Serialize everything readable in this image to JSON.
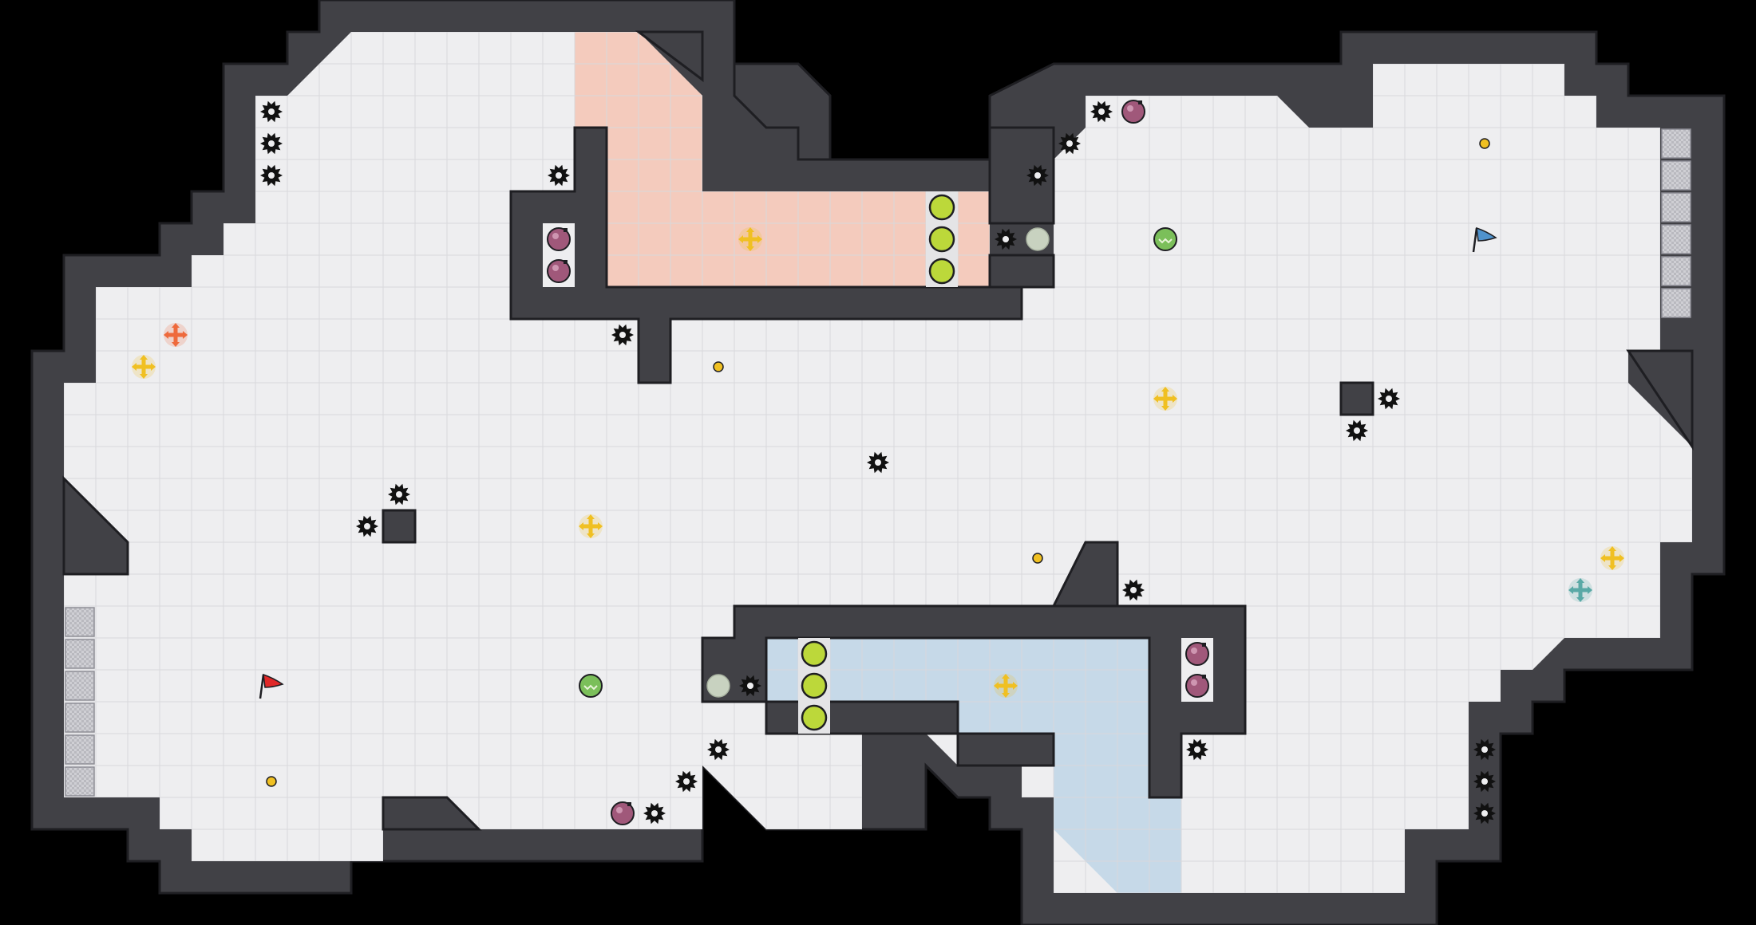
{
  "game": {
    "grid_cols": 55,
    "grid_rows": 29,
    "colors": {
      "void": "#000000",
      "wall": "#414146",
      "wall_edge": "#1e1e22",
      "floor": "#eeeef0",
      "grid_line": "#d8d8dc",
      "red_zone": "#f4cbbd",
      "blue_zone": "#c6d9e8",
      "button_green": "#bcd83a",
      "pickup_yellow": "#f0c022",
      "bomb": "#a0587a",
      "spike": "#111111",
      "flag_red": "#e02828",
      "flag_blue": "#4f92cc",
      "gate": "#c8d2c0",
      "speed": "#b9b9bf"
    },
    "flags": [
      {
        "team": "red",
        "col": 8,
        "row": 21
      },
      {
        "team": "blue",
        "col": 46,
        "row": 7
      }
    ],
    "spikes": [
      [
        8,
        3
      ],
      [
        8,
        4
      ],
      [
        8,
        5
      ],
      [
        17,
        5
      ],
      [
        19,
        10
      ],
      [
        12,
        15
      ],
      [
        11,
        16
      ],
      [
        34,
        3
      ],
      [
        33,
        4
      ],
      [
        32,
        5
      ],
      [
        31,
        7
      ],
      [
        27,
        14
      ],
      [
        43,
        12
      ],
      [
        42,
        13
      ],
      [
        35,
        18
      ],
      [
        23,
        21
      ],
      [
        22,
        23
      ],
      [
        21,
        24
      ],
      [
        20,
        25
      ],
      [
        37,
        23
      ],
      [
        46,
        23
      ],
      [
        46,
        24
      ],
      [
        46,
        25
      ]
    ],
    "bombs": [
      [
        17,
        7
      ],
      [
        17,
        8
      ],
      [
        35,
        3
      ],
      [
        37,
        20
      ],
      [
        37,
        21
      ],
      [
        19,
        25
      ]
    ],
    "boosts": [
      {
        "col": 5,
        "row": 10,
        "team": "red"
      },
      {
        "col": 4,
        "row": 11,
        "team": "yellow"
      },
      {
        "col": 23,
        "row": 7,
        "team": "yellow"
      },
      {
        "col": 36,
        "row": 12,
        "team": "yellow"
      },
      {
        "col": 18,
        "row": 16,
        "team": "yellow"
      },
      {
        "col": 50,
        "row": 17,
        "team": "yellow"
      },
      {
        "col": 49,
        "row": 18,
        "team": "teal"
      },
      {
        "col": 31,
        "row": 21,
        "team": "yellow"
      }
    ],
    "pickups": [
      [
        46,
        4
      ],
      [
        22,
        11
      ],
      [
        32,
        17
      ],
      [
        8,
        24
      ]
    ],
    "buttons": [
      [
        29,
        6
      ],
      [
        29,
        7
      ],
      [
        29,
        8
      ],
      [
        25,
        20
      ],
      [
        25,
        21
      ],
      [
        25,
        22
      ]
    ],
    "powerups": [
      [
        36,
        7
      ],
      [
        18,
        21
      ]
    ],
    "gates": [
      [
        32,
        7
      ],
      [
        22,
        21
      ]
    ],
    "speed_pads": [
      {
        "col": 52,
        "row": 4,
        "length": 6
      },
      {
        "col": 2,
        "row": 19,
        "length": 6
      }
    ]
  }
}
